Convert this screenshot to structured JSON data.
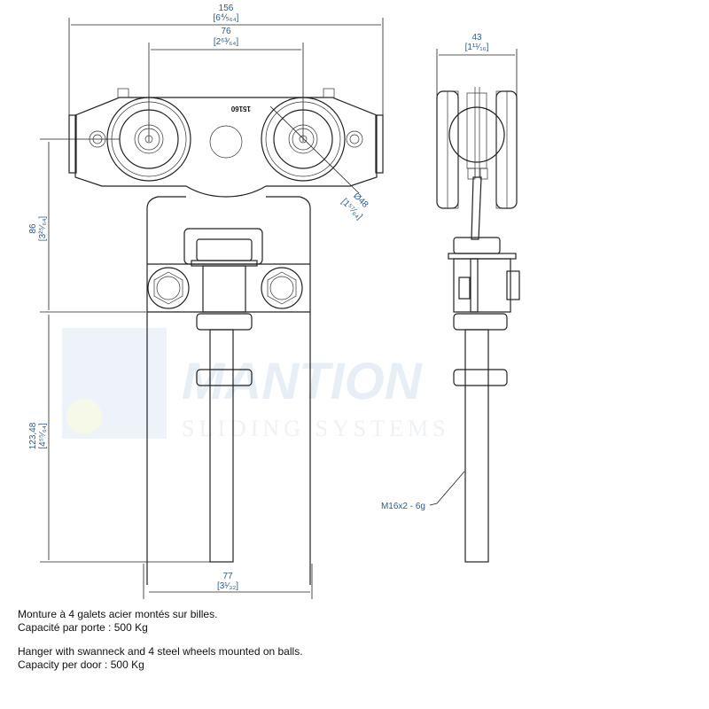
{
  "dimensions": {
    "overall_width": "156",
    "overall_width_in": "[6⅘₆₄]",
    "wheel_spacing": "76",
    "wheel_spacing_in": "[2⁶³⁄₆₄]",
    "side_width": "43",
    "side_width_in": "[1¹¹⁄₁₆]",
    "wheel_diameter": "Ø48",
    "wheel_diameter_in": "[1⁵⁷⁄₆₄]",
    "upper_height": "86",
    "upper_height_in": "[3²⁵⁄₆₄]",
    "lower_height": "123,48",
    "lower_height_in": "[4⁵⁵⁄₆₄]",
    "plate_width": "77",
    "plate_width_in": "[3¹⁄₃₂]",
    "part_number": "15160",
    "thread": "M16x2 - 6g"
  },
  "watermark": {
    "brand": "MANTION",
    "tagline": "SLIDING SYSTEMS"
  },
  "captions": {
    "fr_line1": "Monture à 4 galets acier montés sur billes.",
    "fr_line2": "Capacité par porte : 500 Kg",
    "en_line1": "Hanger with swanneck and 4 steel wheels mounted on balls.",
    "en_line2": "Capacity per door : 500 Kg"
  }
}
